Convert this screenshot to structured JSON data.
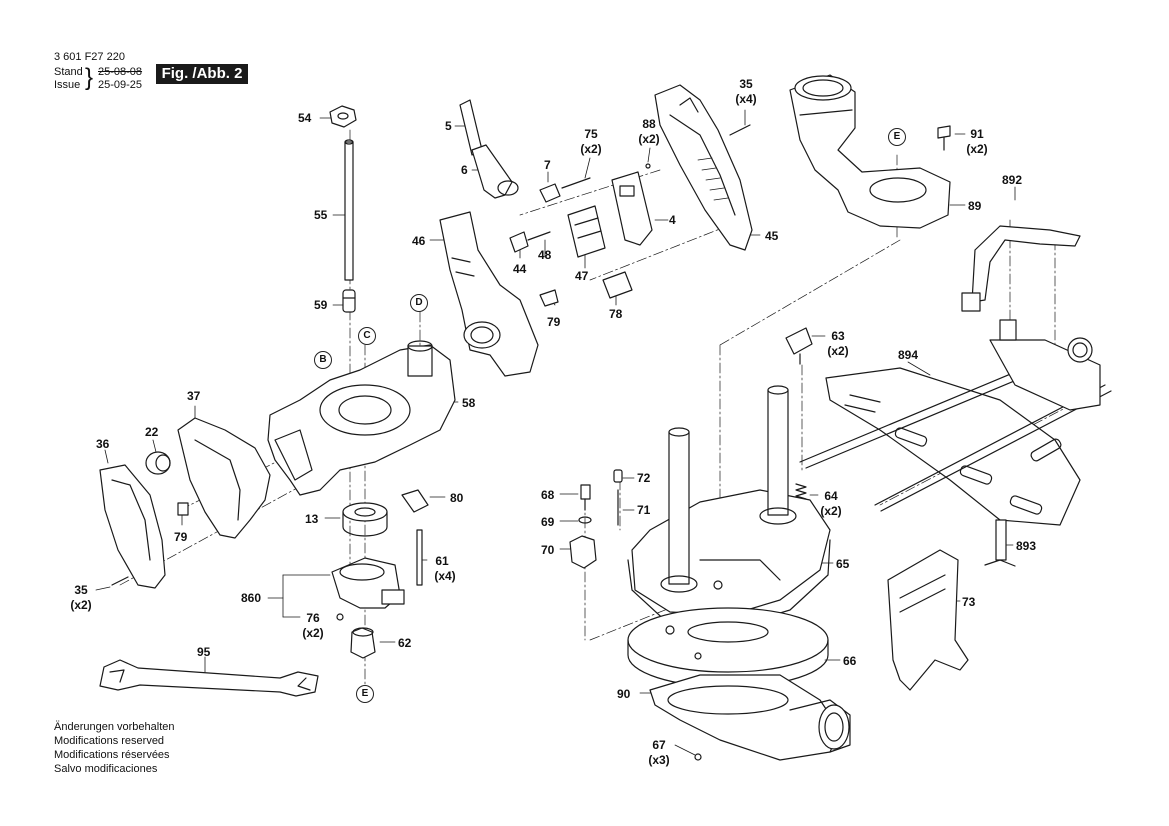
{
  "header": {
    "part_number": "3 601 F27 220",
    "stand_label": "Stand",
    "issue_label": "Issue",
    "stand_date_old": "25-08-08",
    "issue_date": "25-09-25",
    "figure": "Fig. /Abb. 2"
  },
  "callouts": {
    "c54": "54",
    "c55": "55",
    "c59": "59",
    "c5": "5",
    "c6": "6",
    "c46": "46",
    "c44": "44",
    "c48": "48",
    "c7": "7",
    "c75": "75",
    "c75q": "(x2)",
    "c88": "88",
    "c88q": "(x2)",
    "c4": "4",
    "c47": "47",
    "c78": "78",
    "c79a": "79",
    "c35a": "35",
    "c35aq": "(x4)",
    "c45": "45",
    "c58": "58",
    "c37": "37",
    "c22": "22",
    "c36": "36",
    "c79b": "79",
    "c13": "13",
    "c80": "80",
    "c61": "61",
    "c61q": "(x4)",
    "c860": "860",
    "c76": "76",
    "c76q": "(x2)",
    "c62": "62",
    "c35b": "35",
    "c35bq": "(x2)",
    "c95": "95",
    "c91": "91",
    "c91q": "(x2)",
    "c89": "89",
    "c892": "892",
    "c894": "894",
    "c63": "63",
    "c63q": "(x2)",
    "c64": "64",
    "c64q": "(x2)",
    "c65": "65",
    "c72": "72",
    "c71": "71",
    "c68": "68",
    "c69": "69",
    "c70": "70",
    "c893": "893",
    "c73": "73",
    "c66": "66",
    "c90": "90",
    "c67": "67",
    "c67q": "(x3)"
  },
  "reference_letters": {
    "b": "B",
    "c": "C",
    "d": "D",
    "e_top": "E",
    "e_bottom": "E"
  },
  "footer": {
    "line_de": "Änderungen vorbehalten",
    "line_en": "Modifications reserved",
    "line_fr": "Modifications réservées",
    "line_es": "Salvo modificaciones"
  }
}
